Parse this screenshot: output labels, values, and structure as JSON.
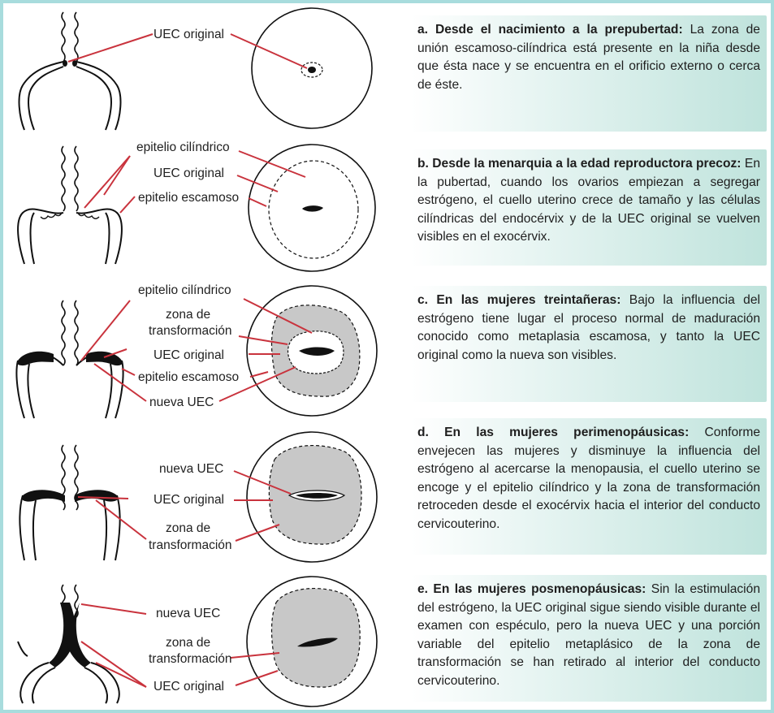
{
  "colors": {
    "border": "#a8dcdd",
    "leader_line": "#c9333d",
    "zone_fill": "#c8c8c8",
    "panel_gradient_end": "#bfe3dc"
  },
  "stages": [
    {
      "id": "a",
      "labels": [
        "UEC original"
      ],
      "title": "a. Desde el nacimiento a la prepubertad:",
      "text": " La zona de unión escamoso-cilíndrica está presente en la niña desde que ésta nace y se encuentra en el orificio externo o cerca de éste."
    },
    {
      "id": "b",
      "labels": [
        "epitelio cilíndrico",
        "UEC original",
        "epitelio escamoso"
      ],
      "title": "b. Desde la menarquia a la edad reproductora precoz:",
      "text": " En la pubertad, cuando los ovarios empiezan a segregar estrógeno, el cuello uterino crece de tamaño y las células cilíndricas del endocérvix y de la UEC original se vuelven visibles en el exocérvix."
    },
    {
      "id": "c",
      "labels": [
        "epitelio cilíndrico",
        "zona de",
        "transformación",
        "UEC original",
        "epitelio escamoso",
        "nueva UEC"
      ],
      "title": "c. En las mujeres treintañeras:",
      "text": " Bajo la influencia del estrógeno tiene lugar el proceso normal de maduración conocido como metaplasia escamosa, y tanto la UEC original como la nueva son visibles."
    },
    {
      "id": "d",
      "labels": [
        "nueva UEC",
        "UEC original",
        "zona de",
        "transformación"
      ],
      "title": "d. En las mujeres perimenopáusicas:",
      "text": " Conforme envejecen las mujeres y disminuye la influencia del estrógeno al acercarse la menopausia, el cuello uterino se encoge y el epitelio cilíndrico y la zona de transformación retroceden desde el exocérvix hacia el interior del conducto cervicouterino."
    },
    {
      "id": "e",
      "labels": [
        "nueva UEC",
        "zona de",
        "transformación",
        "UEC original"
      ],
      "title": "e. En las mujeres posmenopáusicas:",
      "text": " Sin la estimulación del estrógeno, la UEC original sigue siendo visible durante el examen con espéculo, pero la nueva UEC y una porción variable del epitelio metaplásico de la zona de transformación se han retirado al interior del conducto cervicouterino."
    }
  ]
}
